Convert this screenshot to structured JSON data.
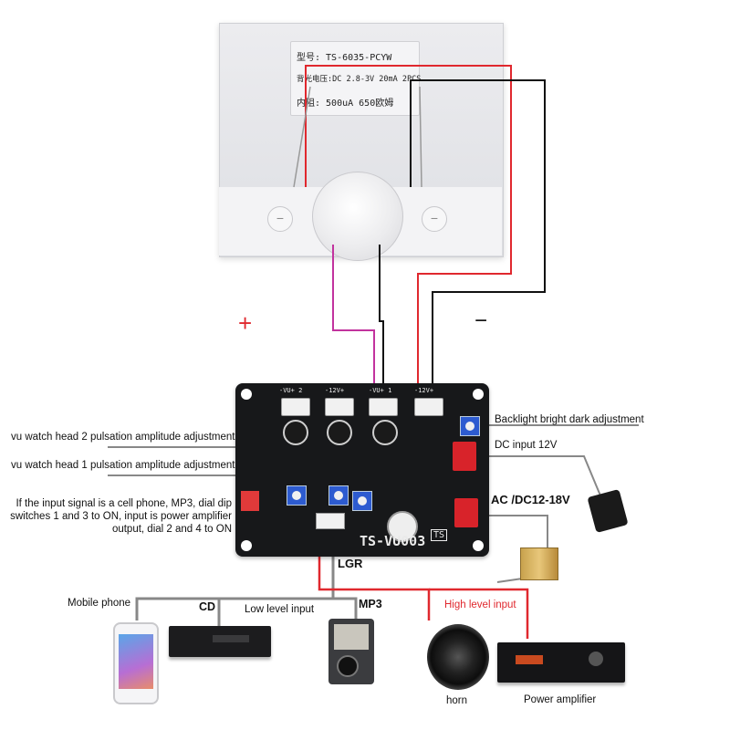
{
  "meter": {
    "label_lines": [
      "型号: TS-6035-PCYW",
      "背光电压:DC 2.8-3V 20mA 2PCS",
      "内阻: 500uA 650欧姆"
    ],
    "screw_left": "−",
    "screw_right": "−"
  },
  "polarity": {
    "plus": "+",
    "minus": "−"
  },
  "pcb": {
    "connectors": [
      "-VU+ 2",
      "-12V+",
      "-VU+ 1",
      "-12V+"
    ],
    "model": "TS-VU003",
    "brand_logo": "TS"
  },
  "annotations": {
    "backlight": "Backlight bright dark adjustment",
    "dc_input": "DC input 12V",
    "ac_input": "AC /DC12-18V",
    "head2": "vu watch head 2 pulsation amplitude adjustment",
    "head1": "vu watch head 1 pulsation amplitude adjustment",
    "dip_switch": [
      "If the input signal is a cell phone, MP3, dial dip",
      "switches 1 and 3 to ON, input is power amplifier",
      "output, dial 2 and 4 to ON"
    ],
    "lgr": "LGR",
    "low_level": "Low level input",
    "high_level": "High level input"
  },
  "devices": {
    "mobile_phone": "Mobile phone",
    "cd": "CD",
    "mp3": "MP3",
    "horn": "horn",
    "power_amplifier": "Power amplifier"
  },
  "colors": {
    "wire_red": "#e0282e",
    "wire_black": "#111111",
    "wire_magenta": "#c2339e",
    "wire_gray": "#888888"
  }
}
